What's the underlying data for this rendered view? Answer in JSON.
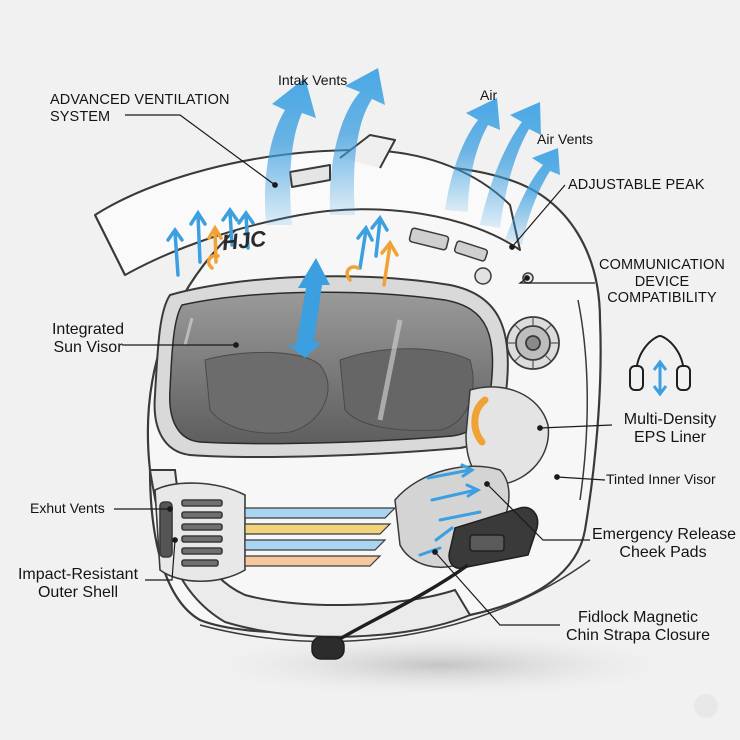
{
  "labels": {
    "advanced_ventilation": [
      "ADVANCED VENTILATION",
      "SYSTEM"
    ],
    "intake_vents": "Intak Vents",
    "air": "Air",
    "air_vents": "Air Vents",
    "adjustable_peak": "ADJUSTABLE PEAK",
    "communication": [
      "COMMUNICATION",
      "DEVICE",
      "COMPATIBILITY"
    ],
    "integrated_sun_visor": [
      "Integrated",
      "Sun Visor"
    ],
    "multi_density": [
      "Multi-Density",
      "EPS Liner"
    ],
    "tinted_inner_visor": "Tinted Inner Visor",
    "exhaust_vents": "Exhut Vents",
    "emergency_release": [
      "Emergency Release",
      "Cheek Pads"
    ],
    "impact_resistant": [
      "Impact-Resistant",
      "Outer Shell"
    ],
    "fidlock": [
      "Fidlock Magnetic",
      "Chin Strapa Closure"
    ]
  },
  "logo_text": "HJC",
  "colors": {
    "background": "#f1f1f1",
    "shell": "#f7f7f7",
    "outline": "#3a3a3a",
    "airflow_blue": "#3c9fe0",
    "airflow_light": "#a9d5f2",
    "warm_orange": "#f0a235",
    "liner_yellow": "#f2d27a",
    "liner_peach": "#f5c79c",
    "visor_gray": "#8e8e8e"
  },
  "icons": [
    "headphones-icon",
    "airflow-arrow-icon"
  ]
}
